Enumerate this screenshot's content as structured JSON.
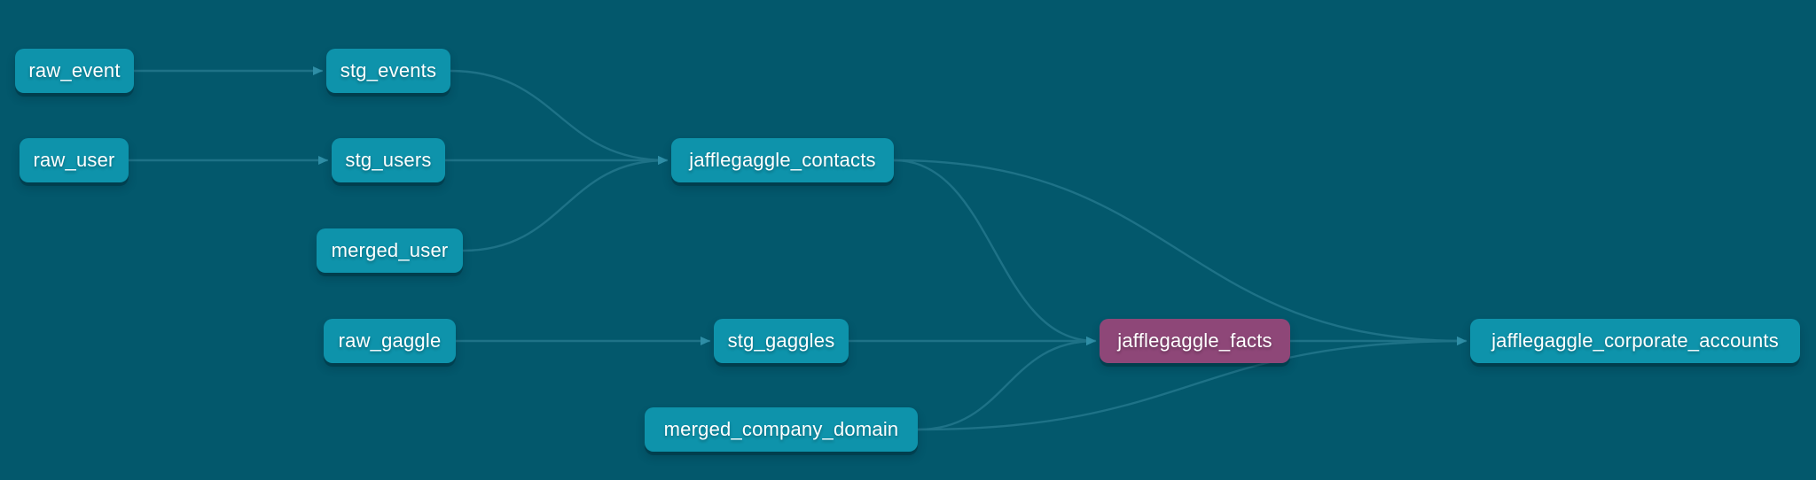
{
  "colors": {
    "background": "#03586C",
    "node_fill": "#0E93AB",
    "node_selected_fill": "#8E4778",
    "node_text": "#FFFFFF",
    "edge_line": "#1E7287",
    "edge_arrow": "#2F8EA6"
  },
  "diagram": {
    "type": "lineage-dag",
    "nodes": [
      {
        "id": "raw_event",
        "label": "raw_event",
        "selected": false
      },
      {
        "id": "stg_events",
        "label": "stg_events",
        "selected": false
      },
      {
        "id": "raw_user",
        "label": "raw_user",
        "selected": false
      },
      {
        "id": "stg_users",
        "label": "stg_users",
        "selected": false
      },
      {
        "id": "jafflegaggle_contacts",
        "label": "jafflegaggle_contacts",
        "selected": false
      },
      {
        "id": "merged_user",
        "label": "merged_user",
        "selected": false
      },
      {
        "id": "raw_gaggle",
        "label": "raw_gaggle",
        "selected": false
      },
      {
        "id": "stg_gaggles",
        "label": "stg_gaggles",
        "selected": false
      },
      {
        "id": "jafflegaggle_facts",
        "label": "jafflegaggle_facts",
        "selected": true
      },
      {
        "id": "jafflegaggle_corporate_accounts",
        "label": "jafflegaggle_corporate_accounts",
        "selected": false
      },
      {
        "id": "merged_company_domain",
        "label": "merged_company_domain",
        "selected": false
      }
    ],
    "edges": [
      {
        "source": "raw_event",
        "target": "stg_events"
      },
      {
        "source": "raw_user",
        "target": "stg_users"
      },
      {
        "source": "stg_events",
        "target": "jafflegaggle_contacts"
      },
      {
        "source": "stg_users",
        "target": "jafflegaggle_contacts"
      },
      {
        "source": "merged_user",
        "target": "jafflegaggle_contacts"
      },
      {
        "source": "raw_gaggle",
        "target": "stg_gaggles"
      },
      {
        "source": "stg_gaggles",
        "target": "jafflegaggle_facts"
      },
      {
        "source": "jafflegaggle_contacts",
        "target": "jafflegaggle_facts"
      },
      {
        "source": "merged_company_domain",
        "target": "jafflegaggle_facts"
      },
      {
        "source": "jafflegaggle_contacts",
        "target": "jafflegaggle_corporate_accounts"
      },
      {
        "source": "jafflegaggle_facts",
        "target": "jafflegaggle_corporate_accounts"
      },
      {
        "source": "merged_company_domain",
        "target": "jafflegaggle_corporate_accounts"
      }
    ]
  }
}
